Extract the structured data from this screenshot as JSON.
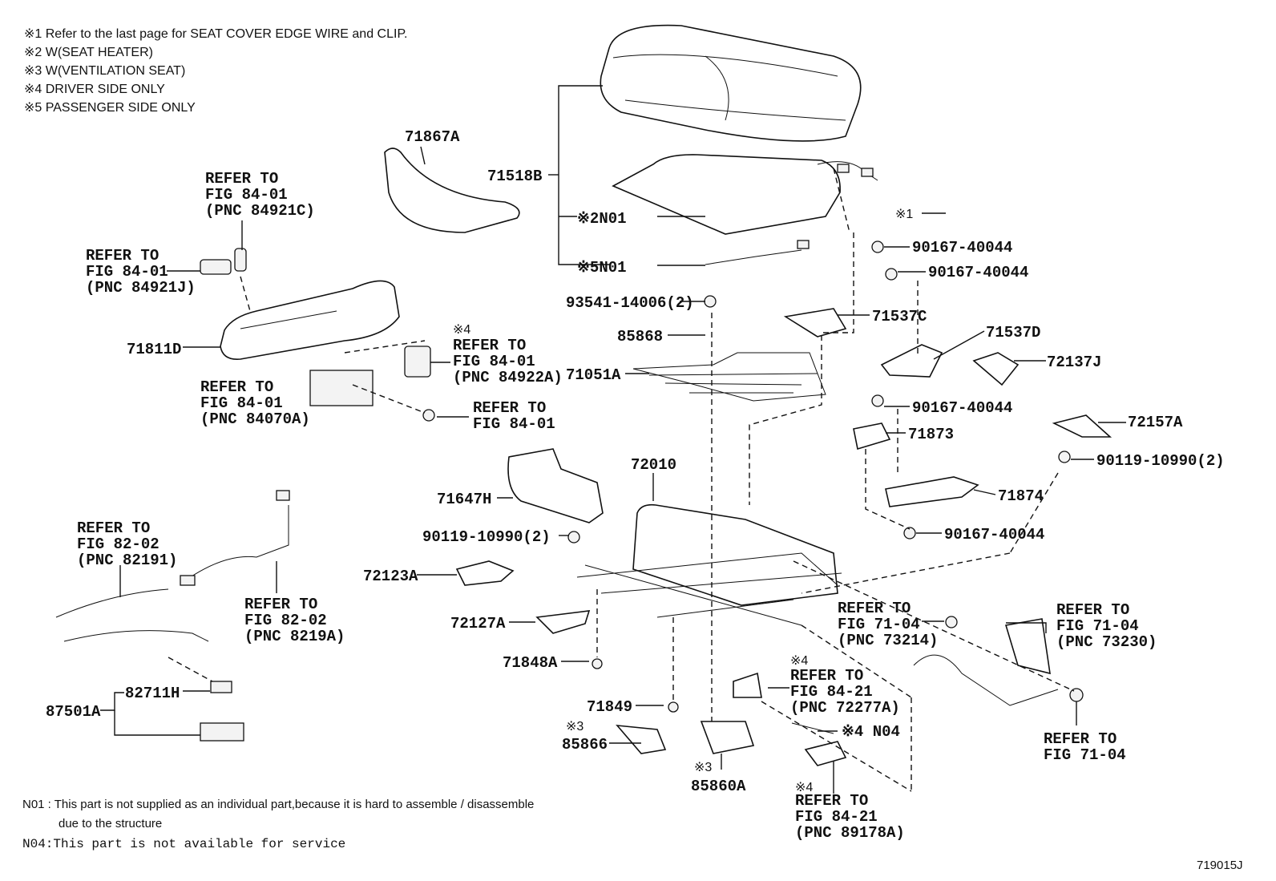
{
  "notes": [
    "※1  Refer to the last page for SEAT COVER EDGE WIRE and CLIP.",
    "※2  W(SEAT  HEATER)",
    "※3  W(VENTILATION  SEAT)",
    "※4 DRIVER SIDE ONLY",
    "※5 PASSENGER SIDE ONLY"
  ],
  "labels": {
    "p71867A": "71867A",
    "p71518B": "71518B",
    "p2N01": "※2N01",
    "p5N01": "※5N01",
    "ref1": [
      "REFER TO",
      "FIG 84-01",
      "(PNC 84921C)"
    ],
    "ref2": [
      "REFER TO",
      "FIG 84-01",
      "(PNC 84921J)"
    ],
    "p71811D": "71811D",
    "ref3": [
      "※4",
      "REFER TO",
      "FIG 84-01",
      "(PNC 84922A)"
    ],
    "ref4": [
      "REFER TO",
      "FIG 84-01",
      "(PNC 84070A)"
    ],
    "ref5": [
      "REFER TO",
      "FIG 84-01"
    ],
    "p1c": "※1",
    "p90167a": "90167-40044",
    "p90167b": "90167-40044",
    "p93541": "93541-14006(2)",
    "p71537C": "71537C",
    "p85868": "85868",
    "p71537D": "71537D",
    "p71051A": "71051A",
    "p72137J": "72137J",
    "p90167c": "90167-40044",
    "p72157A": "72157A",
    "p71873": "71873",
    "p72010": "72010",
    "p90119a": "90119-10990(2)",
    "p71647H": "71647H",
    "p71874": "71874",
    "p90119b": "90119-10990(2)",
    "p90167d": "90167-40044",
    "ref6": [
      "REFER TO",
      "FIG 82-02",
      "(PNC 82191)"
    ],
    "p72123A": "72123A",
    "ref7": [
      "REFER TO",
      "FIG 82-02",
      "(PNC 8219A)"
    ],
    "ref8": [
      "REFER TO",
      "FIG 71-04",
      "(PNC 73214)"
    ],
    "ref9": [
      "REFER TO",
      "FIG 71-04",
      "(PNC 73230)"
    ],
    "p72127A": "72127A",
    "p71848A": "71848A",
    "ref10": [
      "※4",
      "REFER TO",
      "FIG 84-21",
      "(PNC 72277A)"
    ],
    "p82711H": "82711H",
    "p87501A": "87501A",
    "p71849": "71849",
    "p85866": [
      "※3",
      "85866"
    ],
    "pN04": "※4 N04",
    "ref11": [
      "REFER TO",
      "FIG 71-04"
    ],
    "p85860A": [
      "※3",
      "85860A"
    ],
    "ref12": [
      "※4",
      "REFER TO",
      "FIG 84-21",
      "(PNC 89178A)"
    ]
  },
  "footnotes": {
    "n01_line1": "N01 : This part is not supplied as an individual part,because it is hard to assemble / disassemble",
    "n01_line2": "due to the structure",
    "n04": "N04:This part is not available for service"
  },
  "figure_id": "719015J"
}
